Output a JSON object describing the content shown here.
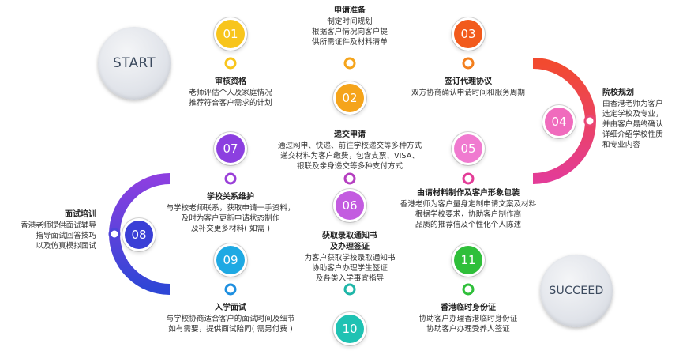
{
  "start_label": "START",
  "end_label": "SUCCEED",
  "colors": {
    "yellow": "#f8c51c",
    "orange": "#f37f1d",
    "pink": "#e33c97",
    "purple": "#8c3fe0",
    "blue": "#2e46d6",
    "cyan": "#1ea9e3",
    "teal": "#1fb6a8",
    "green": "#2fbf3a"
  },
  "steps": [
    {
      "num": "01",
      "title": "审核资格",
      "lines": [
        "老师评估个人及家庭情况",
        "推荐符合客户需求的计划"
      ]
    },
    {
      "num": "02",
      "title": "申请准备",
      "lines": [
        "制定时间规划",
        "根据客户情况向客户提",
        "供所需证件及材料清单"
      ]
    },
    {
      "num": "03",
      "title": "签订代理协议",
      "lines": [
        "双方协商确认申请时间和服务周期"
      ]
    },
    {
      "num": "04",
      "title": "院校规划",
      "lines": [
        "由香港老师为客户",
        "选定学校及专业，",
        "并由客户最终确认",
        "详细介绍学校性质",
        "和专业内容"
      ]
    },
    {
      "num": "05",
      "title": "由请材料制作及客户形象包装",
      "lines": [
        "香港老师为客户量身定制申请文案及材料",
        "根据学校要求，协助客户制作高",
        "品质的推荐信及个性化个人陈述"
      ]
    },
    {
      "num": "06",
      "title": "递交申请",
      "lines": [
        "通过网申、快递、前往学校递交等多种方式",
        "递交材料为客户缴费，包含支票、VISA、",
        "银联及亲身递交等多种支付方式"
      ]
    },
    {
      "num": "07",
      "title": "学校关系维护",
      "lines": [
        "与学校老师联系，获取申请一手资料，",
        "及时为客户更新申请状态制作",
        "及补交更多材料( 如需 )"
      ]
    },
    {
      "num": "08",
      "title": "面试培训",
      "lines": [
        "香港老师提供面试辅导",
        "指导面试回答技巧",
        "以及仿真模拟面试"
      ]
    },
    {
      "num": "09",
      "title": "入学面试",
      "lines": [
        "与学校协商适合客户的面试时间及细节",
        "如有需要，提供面试陪同( 需另付费 )"
      ]
    },
    {
      "num": "10",
      "title": "获取录取通知书",
      "title2": "及办理签证",
      "lines": [
        "为客户获取学校录取通知书",
        "协助客户办理学生签证",
        "及各类入学事宜指导"
      ]
    },
    {
      "num": "11",
      "title": "香港临时身份证",
      "lines": [
        "协助客户办理香港临时身份证",
        "协助客户办理受养人签证"
      ]
    }
  ]
}
